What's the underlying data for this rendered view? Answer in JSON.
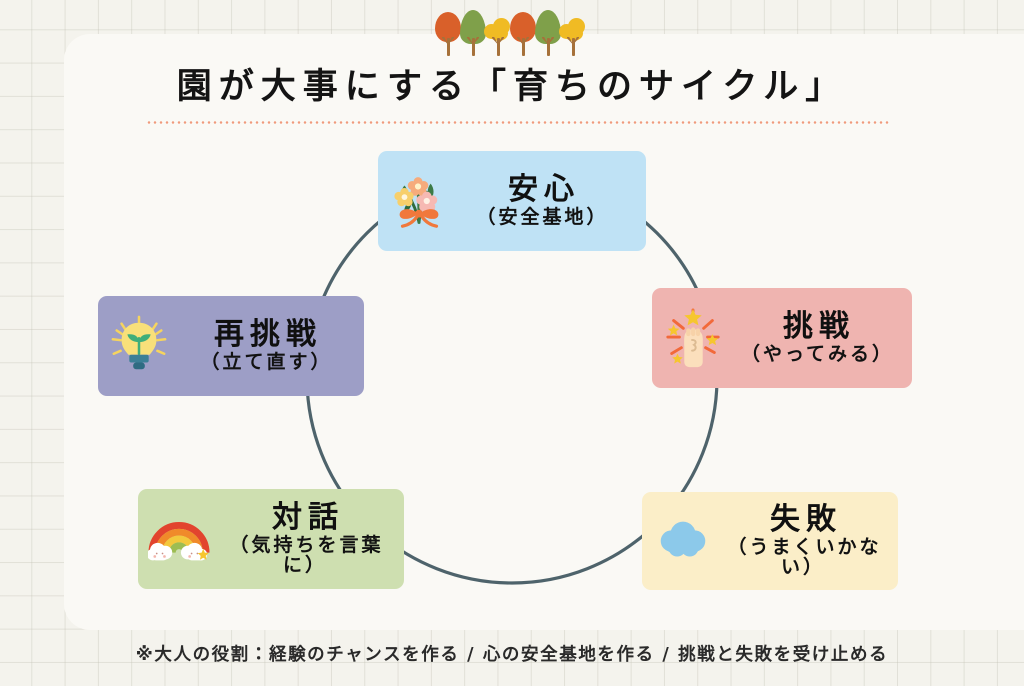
{
  "page": {
    "title": "園が大事にする「育ちのサイクル」",
    "footnote": "※大人の役割：経験のチャンスを作る / 心の安全基地を作る / 挑戦と失敗を受け止める"
  },
  "decor": {
    "divider_color": "#f09a7c",
    "card_color": "#faf9f5",
    "background_color": "#f4f3ed",
    "grid_line_color": "#c4c3b7",
    "circle_color": "#4e636b",
    "trees": [
      {
        "name": "tree-orange-round",
        "shape": "round",
        "color": "#d9602a"
      },
      {
        "name": "tree-green-triangle",
        "shape": "triangle",
        "color": "#7fa04a"
      },
      {
        "name": "tree-yellow-cloud",
        "shape": "cloud",
        "color": "#f0bb24"
      },
      {
        "name": "tree-orange-round-2",
        "shape": "round",
        "color": "#d9602a"
      },
      {
        "name": "tree-green-triangle-2",
        "shape": "triangle",
        "color": "#7fa04a"
      },
      {
        "name": "tree-yellow-cloud-2",
        "shape": "cloud",
        "color": "#f0bb24"
      }
    ]
  },
  "cycle": {
    "nodes": [
      {
        "id": "anshin",
        "label": "安心",
        "sub": "（安全基地）",
        "icon": "bouquet-icon",
        "color": "#bfe2f5",
        "position": "top"
      },
      {
        "id": "chosen",
        "label": "挑戦",
        "sub": "（やってみる）",
        "icon": "raised-fist-icon",
        "color": "#efb4b0",
        "position": "right-upper"
      },
      {
        "id": "shippai",
        "label": "失敗",
        "sub": "（うまくいかない）",
        "icon": "cloud-icon",
        "color": "#fbeec8",
        "position": "right-lower"
      },
      {
        "id": "taiwa",
        "label": "対話",
        "sub": "（気持ちを言葉に）",
        "icon": "rainbow-icon",
        "color": "#cedfb0",
        "position": "left-lower"
      },
      {
        "id": "saicho",
        "label": "再挑戦",
        "sub": "（立て直す）",
        "icon": "lightbulb-sprout-icon",
        "color": "#9d9ec6",
        "position": "left-upper"
      }
    ]
  }
}
